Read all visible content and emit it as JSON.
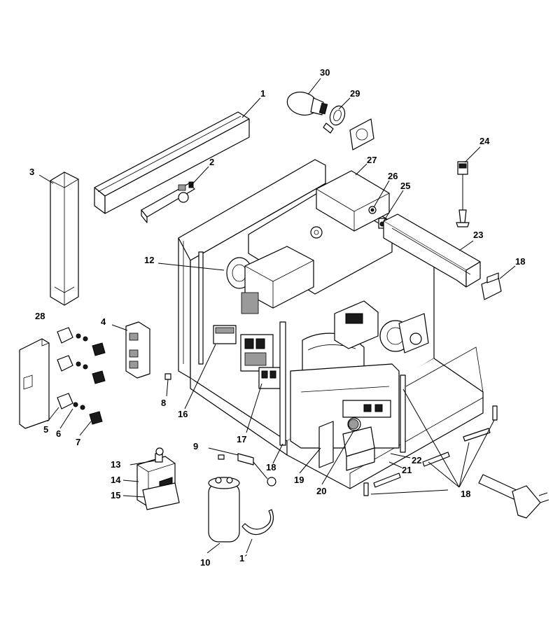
{
  "callouts": [
    {
      "id": "c30",
      "text": "30"
    },
    {
      "id": "c29",
      "text": "29"
    },
    {
      "id": "c1",
      "text": "1"
    },
    {
      "id": "c3",
      "text": "3"
    },
    {
      "id": "c2",
      "text": "2"
    },
    {
      "id": "c27",
      "text": "27"
    },
    {
      "id": "c26",
      "text": "26"
    },
    {
      "id": "c25",
      "text": "25"
    },
    {
      "id": "c24",
      "text": "24"
    },
    {
      "id": "c23",
      "text": "23"
    },
    {
      "id": "c18a",
      "text": "18"
    },
    {
      "id": "c12",
      "text": "12"
    },
    {
      "id": "c28",
      "text": "28"
    },
    {
      "id": "c4",
      "text": "4"
    },
    {
      "id": "c8",
      "text": "8"
    },
    {
      "id": "c16",
      "text": "16"
    },
    {
      "id": "c5",
      "text": "5"
    },
    {
      "id": "c6",
      "text": "6"
    },
    {
      "id": "c7",
      "text": "7"
    },
    {
      "id": "c17",
      "text": "17"
    },
    {
      "id": "c9",
      "text": "9"
    },
    {
      "id": "c18b",
      "text": "18"
    },
    {
      "id": "c22",
      "text": "22"
    },
    {
      "id": "c21",
      "text": "21"
    },
    {
      "id": "c13",
      "text": "13"
    },
    {
      "id": "c14",
      "text": "14"
    },
    {
      "id": "c15",
      "text": "15"
    },
    {
      "id": "c19",
      "text": "19"
    },
    {
      "id": "c20",
      "text": "20"
    },
    {
      "id": "c18c",
      "text": "18"
    },
    {
      "id": "c10",
      "text": "10"
    },
    {
      "id": "c1b",
      "text": "1´"
    }
  ]
}
